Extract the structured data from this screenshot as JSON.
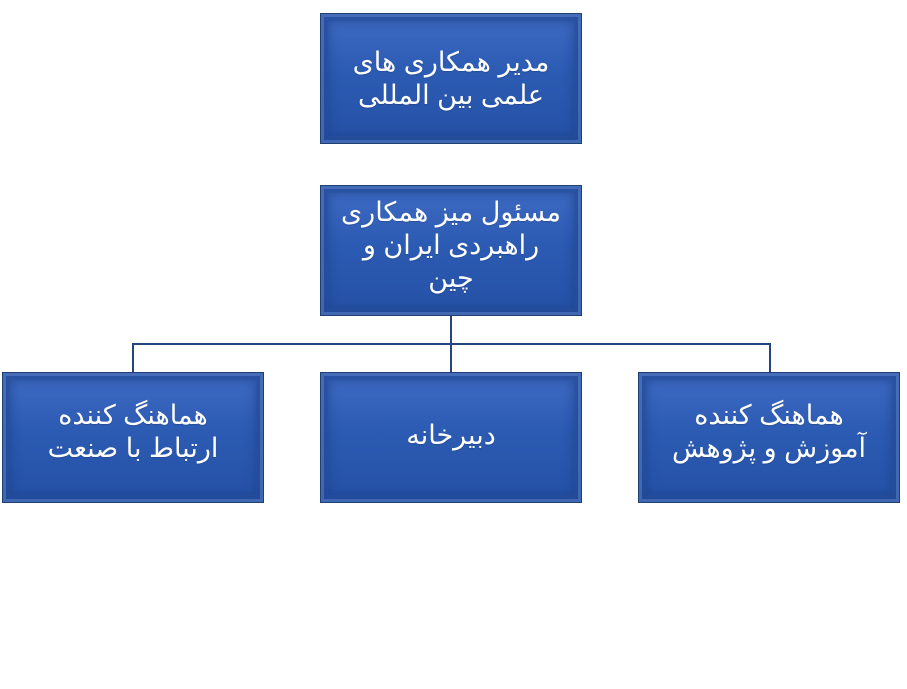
{
  "diagram": {
    "colors": {
      "box_fill": "#2c5bb3",
      "box_border": "#1f3f75",
      "connector": "#24467f",
      "text": "#ffffff"
    },
    "nodes": {
      "manager": "مدیر همکاری های\nعلمی بین المللی",
      "desk": "مسئول میز همکاری\nراهبردی ایران و\nچین",
      "left": "هماهنگ کننده\nارتباط با صنعت",
      "center": "دبیرخانه",
      "right": "هماهنگ کننده\nآموزش و پژوهش"
    }
  }
}
